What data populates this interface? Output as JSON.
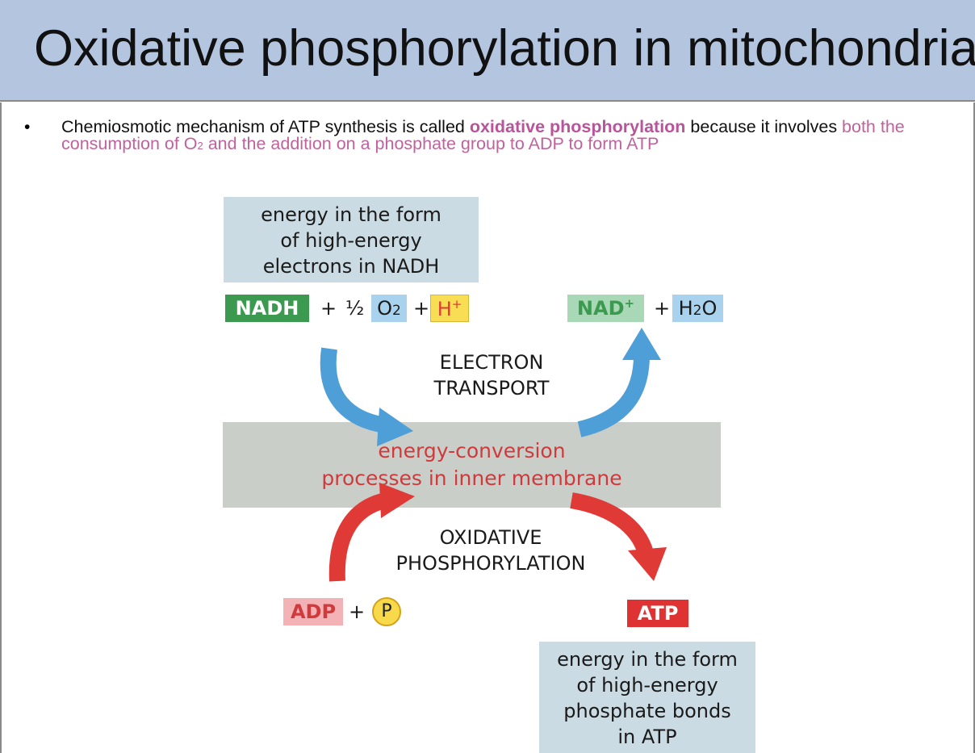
{
  "slide": {
    "title": "Oxidative phosphorylation in mitochondria",
    "bullet_marker": "•",
    "bullet": {
      "part1": "Chemiosmotic mechanism of ATP synthesis is called ",
      "highlight": "oxidative phosphorylation",
      "part2": " because it involves ",
      "pink_text_a": "both the consumption of O",
      "o2_sub": "2",
      "pink_text_b": " and the addition on a phosphate group to ADP to form ATP"
    }
  },
  "diagram": {
    "top_box": {
      "line1": "energy in the form",
      "line2": "of high-energy",
      "line3": "electrons in NADH"
    },
    "reactants": {
      "nadh": "NADH",
      "plus1": "+",
      "half": "½",
      "o2": "O",
      "o2_sub": "2",
      "plus2": "+",
      "h": "H",
      "h_sup": "+"
    },
    "products": {
      "nad": "NAD",
      "nad_sup": "+",
      "plus": "+",
      "h2o_h": "H",
      "h2o_sub": "2",
      "h2o_o": "O"
    },
    "electron_transport": {
      "line1": "ELECTRON",
      "line2": "TRANSPORT"
    },
    "membrane": {
      "line1": "energy-conversion",
      "line2": "processes in inner membrane"
    },
    "oxidative_phosphorylation": {
      "line1": "OXIDATIVE",
      "line2": "PHOSPHORYLATION"
    },
    "adp": "ADP",
    "adp_plus": "+",
    "phosphate": "P",
    "atp": "ATP",
    "bottom_box": {
      "line1": "energy in the form",
      "line2": "of high-energy",
      "line3": "phosphate bonds",
      "line4": "in ATP"
    },
    "colors": {
      "title_bar": "#b4c5df",
      "info_box": "#cbdbe3",
      "nadh": "#3b9a4f",
      "o2": "#a9d2ee",
      "h_plus": "#f7de55",
      "nad_plus": "#a8d8b5",
      "membrane": "#c9cec9",
      "blue_arrow": "#4e9fd8",
      "red_arrow": "#e03a37",
      "adp": "#f3b3b6",
      "atp": "#df3333"
    }
  }
}
